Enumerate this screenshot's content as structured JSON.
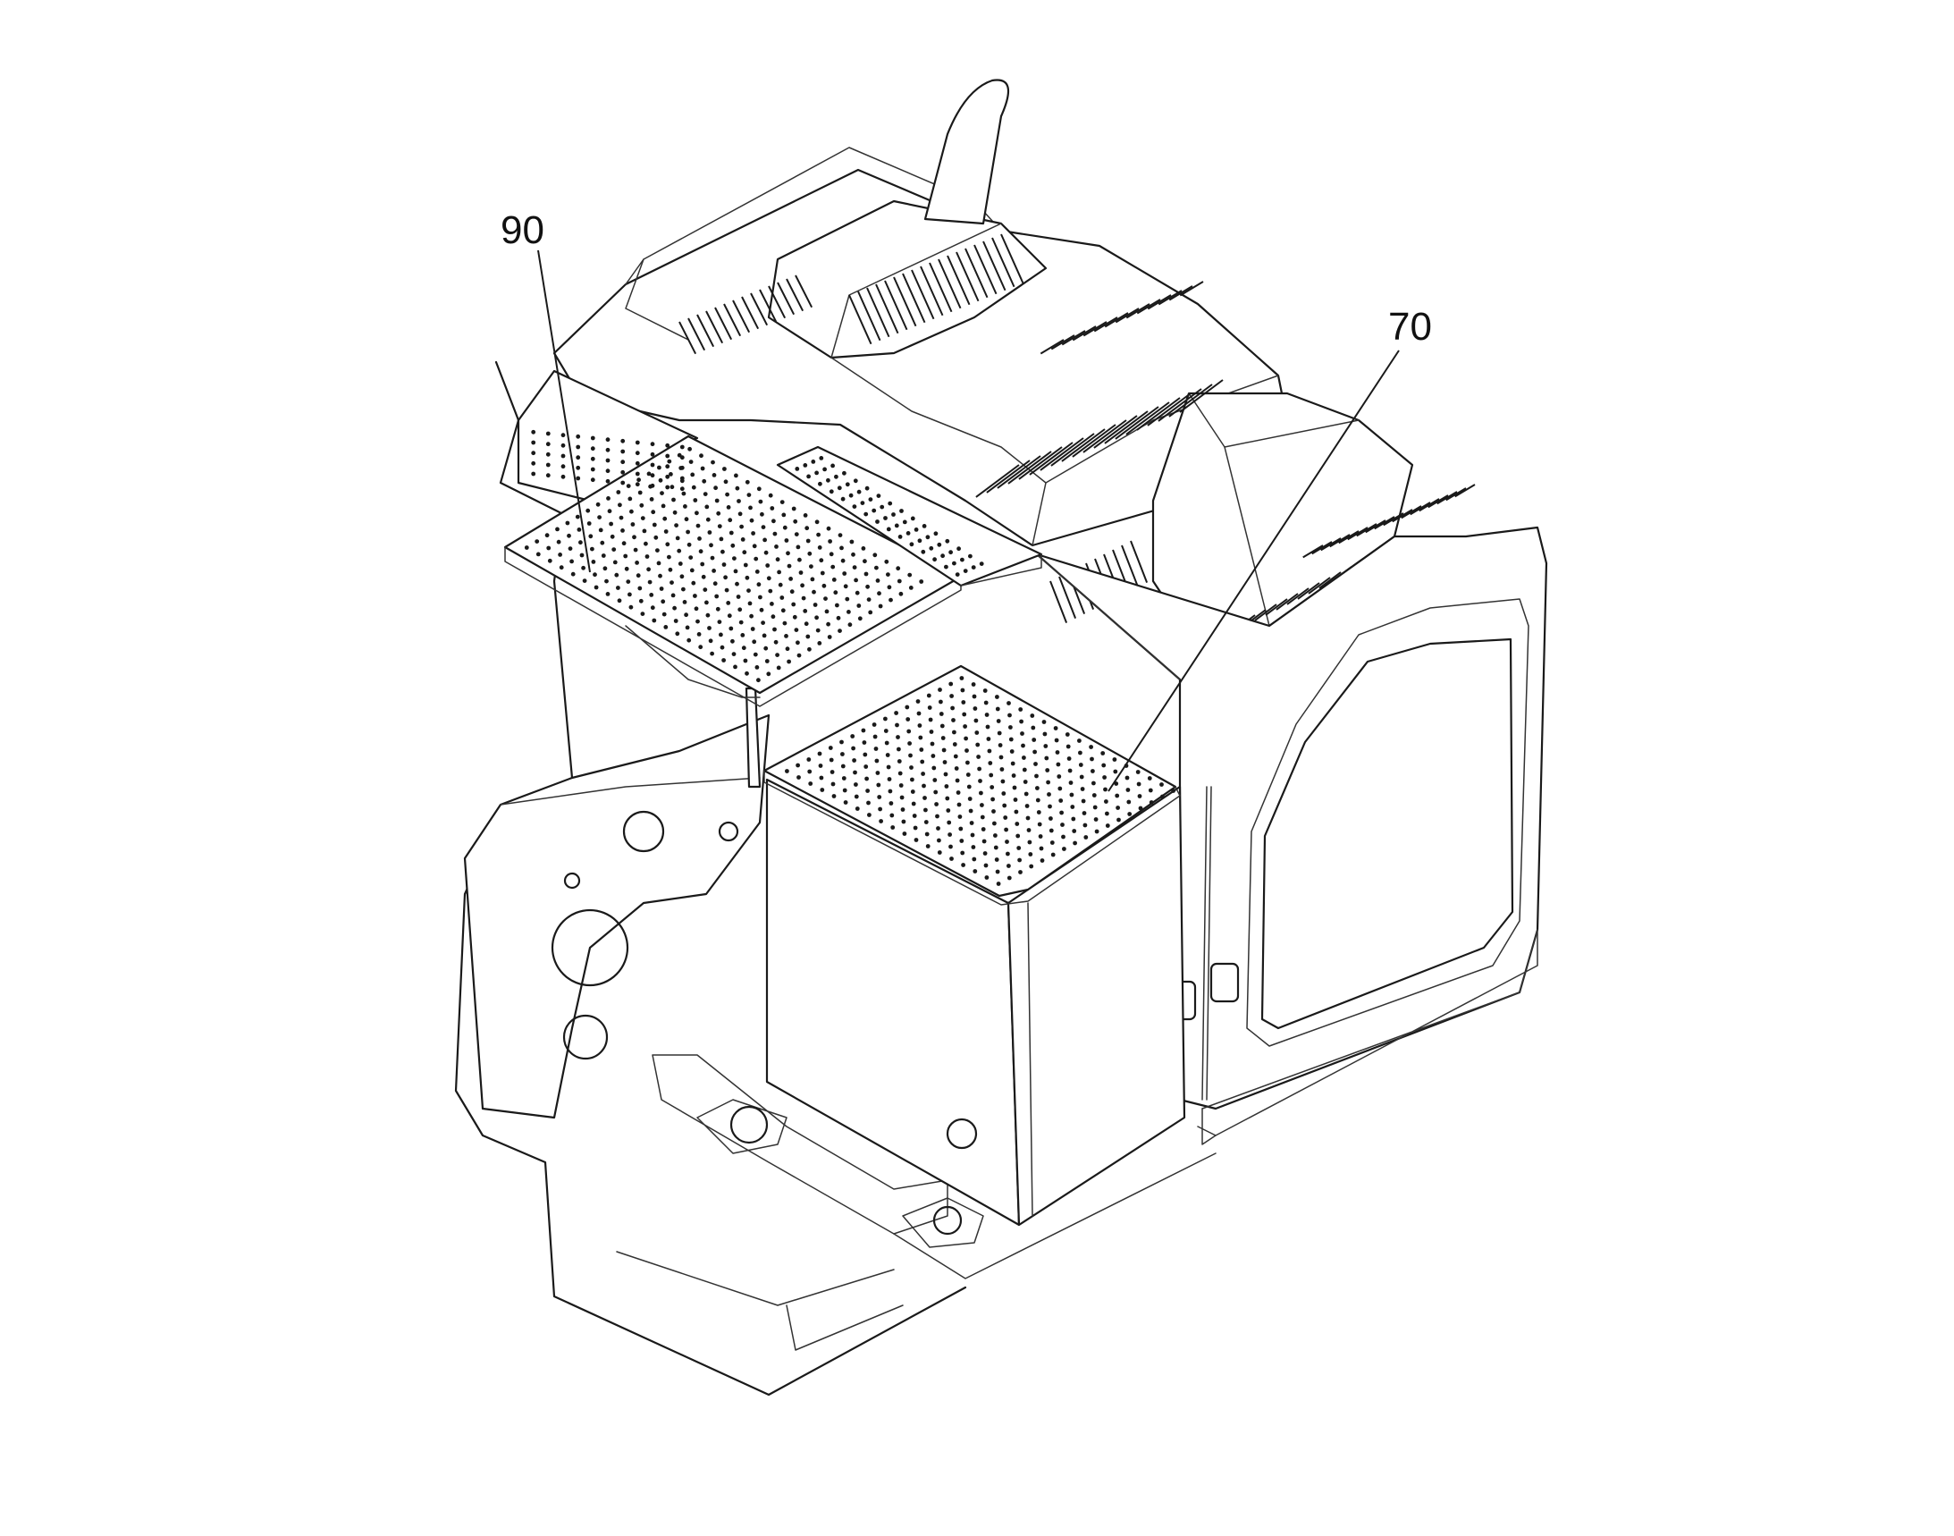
{
  "diagram": {
    "callouts": [
      {
        "id": "90",
        "text": "90",
        "part": "perforated-step-plate-left"
      },
      {
        "id": "70",
        "text": "70",
        "part": "perforated-step-plate-box"
      }
    ],
    "line_color": "#1a1a1a",
    "background": "#ffffff"
  }
}
